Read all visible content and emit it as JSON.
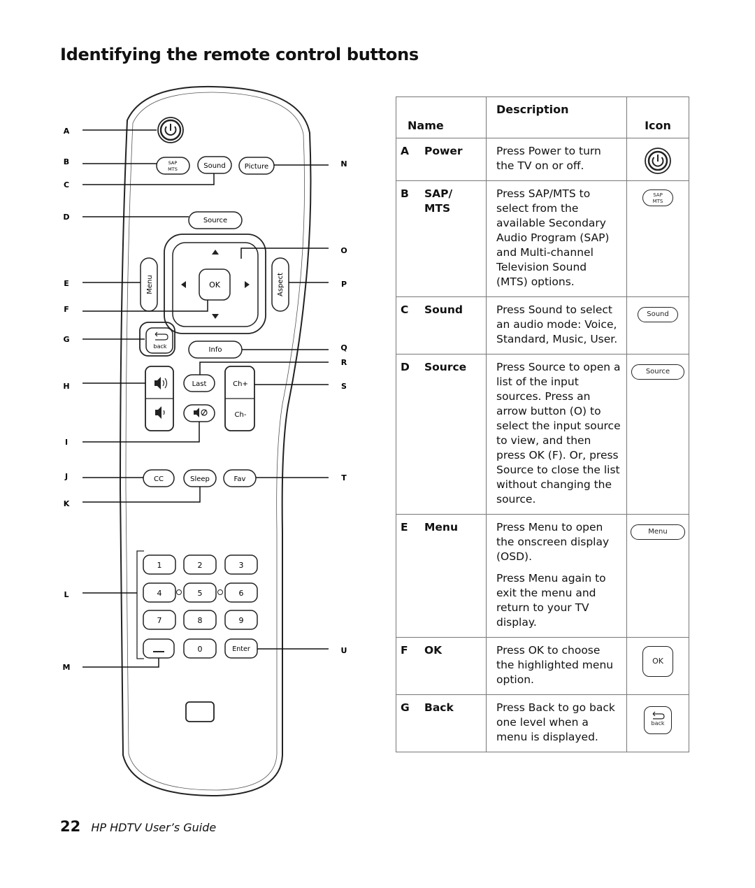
{
  "page": {
    "title": "Identifying the remote control buttons",
    "page_number": "22",
    "guide_title": "HP HDTV User’s Guide"
  },
  "remote": {
    "callouts_left": [
      "A",
      "B",
      "C",
      "D",
      "E",
      "F",
      "G",
      "H",
      "I",
      "J",
      "K",
      "L",
      "M"
    ],
    "callouts_right": [
      "N",
      "O",
      "P",
      "Q",
      "R",
      "S",
      "T",
      "U"
    ],
    "buttons": {
      "sap_top": "SAP",
      "sap_bottom": "MTS",
      "sound": "Sound",
      "picture": "Picture",
      "source": "Source",
      "menu": "Menu",
      "aspect": "Aspect",
      "ok": "OK",
      "back": "back",
      "info": "Info",
      "last": "Last",
      "ch_up": "Ch+",
      "ch_down": "Ch-",
      "cc": "CC",
      "sleep": "Sleep",
      "fav": "Fav",
      "keypad": [
        "1",
        "2",
        "3",
        "4",
        "5",
        "6",
        "7",
        "8",
        "9"
      ],
      "dash": "—",
      "zero": "0",
      "enter": "Enter"
    }
  },
  "table": {
    "headers": {
      "name": "Name",
      "description": "Description",
      "icon": "Icon"
    },
    "rows": [
      {
        "letter": "A",
        "name": "Power",
        "description": [
          "Press Power to turn the TV on or off."
        ],
        "icon": "power-icon"
      },
      {
        "letter": "B",
        "name": "SAP/ MTS",
        "description": [
          "Press SAP/MTS to select from the available Secondary Audio Program (SAP) and Multi-channel Television Sound (MTS) options."
        ],
        "icon": "sap-mts-icon",
        "icon_top": "SAP",
        "icon_bottom": "MTS"
      },
      {
        "letter": "C",
        "name": "Sound",
        "description": [
          "Press Sound to select an audio mode: Voice, Standard, Music, User."
        ],
        "icon": "sound-button-icon",
        "icon_label": "Sound"
      },
      {
        "letter": "D",
        "name": "Source",
        "description": [
          "Press Source to open a list of the input sources. Press an arrow button (O) to select the input source to view, and then press OK (F). Or, press Source to close the list without changing the source."
        ],
        "icon": "source-button-icon",
        "icon_label": "Source"
      },
      {
        "letter": "E",
        "name": "Menu",
        "description": [
          "Press Menu to open the onscreen display (OSD).",
          "Press Menu again to exit the menu and return to your TV display."
        ],
        "icon": "menu-button-icon",
        "icon_label": "Menu"
      },
      {
        "letter": "F",
        "name": "OK",
        "description": [
          "Press OK to choose the highlighted menu option."
        ],
        "icon": "ok-button-icon",
        "icon_label": "OK"
      },
      {
        "letter": "G",
        "name": "Back",
        "description": [
          "Press Back to go back one level when a menu is displayed."
        ],
        "icon": "back-button-icon",
        "icon_label": "back"
      }
    ]
  }
}
